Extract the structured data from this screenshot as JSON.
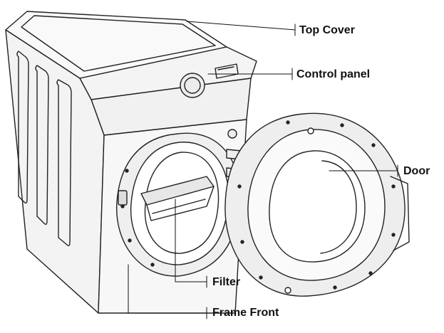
{
  "labels": {
    "top_cover": "Top Cover",
    "control_panel": "Control panel",
    "door": "Door",
    "filter": "Filter",
    "frame_front": "Frame Front"
  }
}
